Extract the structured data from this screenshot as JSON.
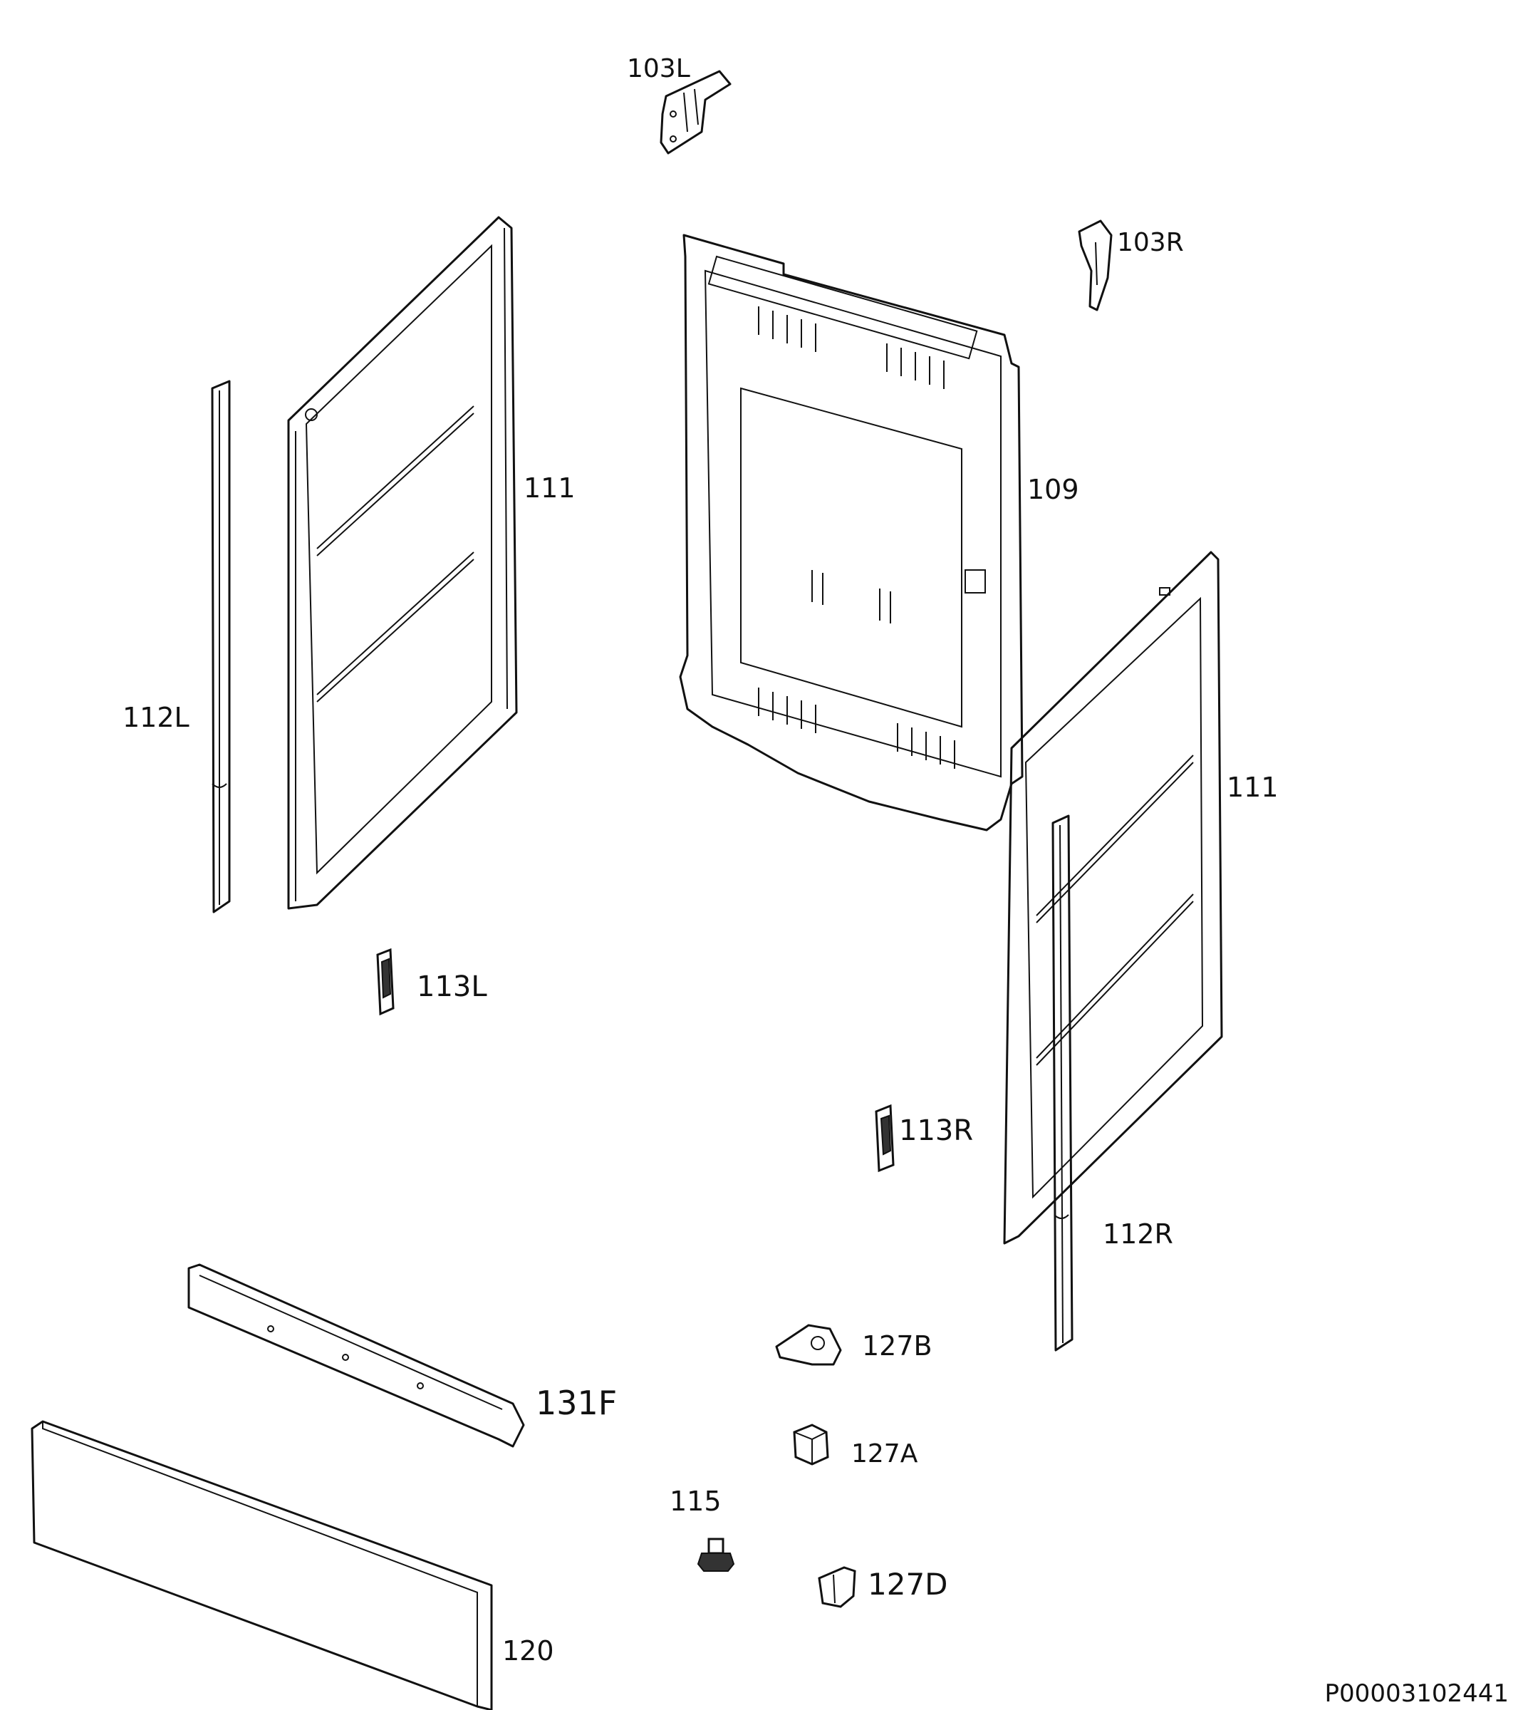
{
  "diagram": {
    "drawing_id": "P00003102441",
    "parts": [
      {
        "key": "p103L",
        "label": "103L"
      },
      {
        "key": "p103R",
        "label": "103R"
      },
      {
        "key": "p109",
        "label": "109"
      },
      {
        "key": "p111a",
        "label": "111"
      },
      {
        "key": "p111b",
        "label": "111"
      },
      {
        "key": "p112L",
        "label": "112L"
      },
      {
        "key": "p112R",
        "label": "112R"
      },
      {
        "key": "p113L",
        "label": "113L"
      },
      {
        "key": "p113R",
        "label": "113R"
      },
      {
        "key": "p115",
        "label": "115"
      },
      {
        "key": "p120",
        "label": "120"
      },
      {
        "key": "p127A",
        "label": "127A"
      },
      {
        "key": "p127B",
        "label": "127B"
      },
      {
        "key": "p127D",
        "label": "127D"
      },
      {
        "key": "p131F",
        "label": "131F"
      }
    ]
  }
}
